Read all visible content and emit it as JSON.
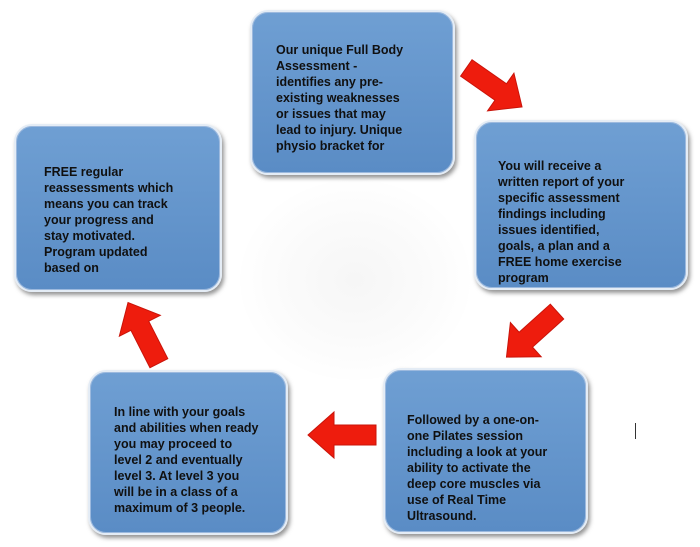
{
  "cycle": {
    "steps": [
      {
        "text": "Our unique Full Body\nAssessment -\nidentifies any pre-\nexisting weaknesses\nor issues that may\nlead to injury. Unique\nphysio bracket for"
      },
      {
        "text": "You will receive a\nwritten report of your\nspecific assessment\nfindings including\nissues identified,\ngoals, a plan and a\nFREE home exercise\nprogram"
      },
      {
        "text": "Followed by a one-on-\none Pilates session\nincluding a look at your\nability to activate the\ndeep core muscles via\nuse of Real Time\nUltrasound."
      },
      {
        "text": "In line with your goals\nand abilities when ready\nyou may proceed to\nlevel 2 and eventually\nlevel 3. At level 3 you\nwill be in a class of a\nmaximum of 3 people."
      },
      {
        "text": "FREE regular\nreassessments which\nmeans you can track\nyour progress and\nstay motivated.\nProgram updated\nbased on"
      }
    ]
  },
  "colors": {
    "box_fill": "#6a9bd1",
    "arrow": "#ee1c0d"
  }
}
